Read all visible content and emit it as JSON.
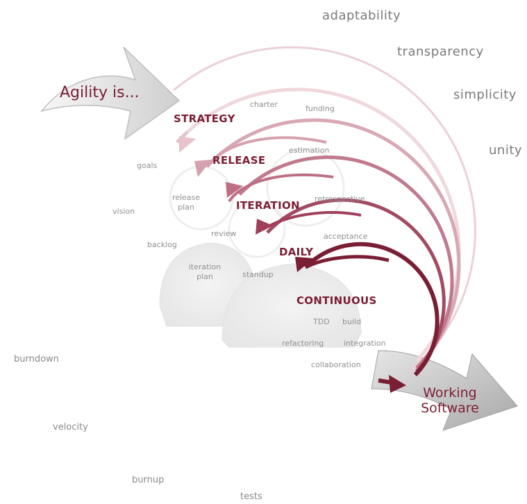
{
  "intro_arrow": {
    "label": "Agility is..."
  },
  "outcome_arrow": {
    "line1": "Working",
    "line2": "Software"
  },
  "values": [
    "adaptability",
    "transparency",
    "simplicity",
    "unity"
  ],
  "metrics": [
    "burndown",
    "velocity",
    "burnup",
    "tests"
  ],
  "levels": {
    "strategy": "STRATEGY",
    "release": "RELEASE",
    "iteration": "ITERATION",
    "daily": "DAILY",
    "continuous": "CONTINUOUS"
  },
  "practices": {
    "charter": "charter",
    "funding": "funding",
    "goals": "goals",
    "vision": "vision",
    "estimation": "estimation",
    "release_plan_1": "release",
    "release_plan_2": "plan",
    "review": "review",
    "retrospective": "retrospective",
    "backlog": "backlog",
    "iteration_plan_1": "iteration",
    "iteration_plan_2": "plan",
    "standup": "standup",
    "acceptance": "acceptance",
    "tdd": "TDD",
    "build": "build",
    "refactoring": "refactoring",
    "integration": "integration",
    "collaboration": "collaboration"
  },
  "colors": {
    "accent_dark": "#7a1e34",
    "ring_1": "#e6c3cb",
    "ring_2": "#d6a1ae",
    "ring_3": "#bd6f84",
    "ring_4": "#9f3f5a",
    "ring_5": "#7a1e34",
    "text_gray": "#7a7a7a"
  }
}
